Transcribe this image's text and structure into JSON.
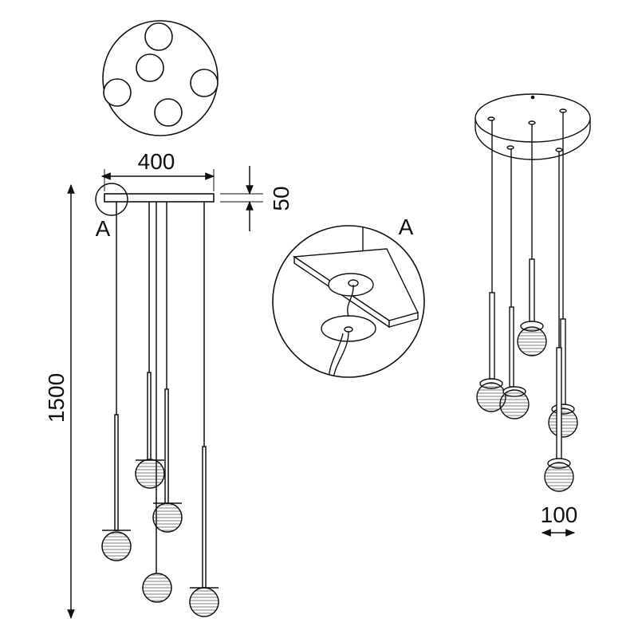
{
  "dimensions": {
    "width": "400",
    "plate_height": "50",
    "total_height": "1500",
    "globe_diameter": "100"
  },
  "labels": {
    "detail_marker": "A",
    "detail_title": "A"
  },
  "colors": {
    "line": "#111111",
    "background": "#ffffff",
    "globe_fill": "#f4f4f4",
    "plate_fill": "#ffffff"
  }
}
